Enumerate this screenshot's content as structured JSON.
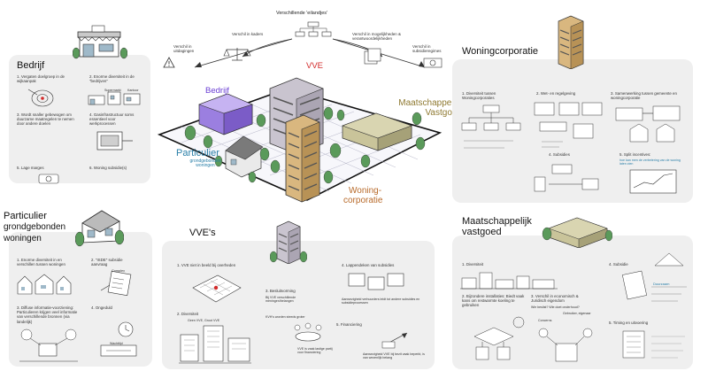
{
  "top": {
    "header": "Verschillende 'eilandjes'",
    "arrow_left_outer": "Verschil in uitdagingen",
    "arrow_left_inner": "Verschil in kaders",
    "arrow_right_inner": "Verschil in mogelijkheden & verantwoordelijkheden",
    "arrow_right_outer": "Verschil in subsidieregimes"
  },
  "center": {
    "vve": "VVE",
    "bedrijf": "Bedrijf",
    "particulier": "Particulier",
    "particulier_sub": "grondgebonden woningen",
    "maatschappelijk": "Maatschappelijk Vastgoed",
    "woning_1": "Woning-",
    "woning_2": "corporatie"
  },
  "bedrijf": {
    "title": "Bedrijf",
    "items": [
      "1. Vergaten doelgroep in de wijkaanpak",
      "2. Enorme diversiteit in de \"bedrijven\"",
      "3. Wordt snaller gebewogen om duurzame maatregelen te nemen door andere doelen",
      "4. Gasinfrastructuur soms essentieel voor werkprocessen",
      "5. Lage marges",
      "6. Woning subsidie(s)"
    ],
    "doodle_1": "Supermarkt",
    "doodle_2": "Kantoor"
  },
  "particulier": {
    "title": "Particulier",
    "sub1": "grondgebonden",
    "sub2": "woningen",
    "items": [
      "1. Enorme diversiteit in en verschillen tussen woningen",
      "2. \"ISDE\" subsidie aanvraag",
      "3. Diffuse informatie-voorziening: Particulieren krijgen veel informatie van verschillende bronnen (via landelijk)",
      "4. Ongeduld"
    ],
    "doodle_1": "Complex",
    "doodle_2": "Wachttijd"
  },
  "vves": {
    "title": "VVE's",
    "items": [
      "1. VVE niet in beeld bij overheden",
      "2. Diversiteit",
      "3. Besluitvorming",
      "4. Lappendeken van subsidies",
      "5. Financiering"
    ],
    "note_3": "Bij VVE verschillende meningen/belangen",
    "note_3b": "KVH's worden steeds groter",
    "note_4": "Aanwezigheid verhuurders leidt tot andere subsidies en subsidieprocessen",
    "note_5": "VVE is vaak lastige partij voor financiering",
    "note_5b": "Geen VVE, Groot VVE",
    "note_5c": "Aanwezigheid VVE bij bezit vaak beperkt, is van wezenlijk belang"
  },
  "woningcorporatie": {
    "title": "Woningcorporatie",
    "items": [
      "1. Diversiteit tussen Woningcorporaties",
      "2. Wet- en regelgeving",
      "3. Samenwerking tussen gemeente en woningcorporatie",
      "4. Subsidies",
      "5. Split incentives:"
    ],
    "note_5": "hoe kan men de verbetering van de woning laten zien"
  },
  "maatschappelijk": {
    "title": "Maatschappelijk",
    "title2": "vastgoed",
    "items": [
      "1. Diversiteit",
      "2. Bijzondere installaties: Biedt vaak kans om restwarmte koeling te gebruiken",
      "3. Verschil in economisch & Juridisch eigendom",
      "4. Subsidie",
      "5. Timing en uitvoering"
    ],
    "note_3": "Wie beslist? Wie doet onderhoud?",
    "note_4": "Gebruiker, eigenaar",
    "note_5": "Concerns",
    "note_6": "Duurzaam"
  },
  "colors": {
    "panel": "#efefef",
    "vve": "#d22a2a",
    "bedrijf": "#6b3fd4",
    "particulier": "#2a7fa8",
    "maatschappelijk": "#8f7a32",
    "woning": "#b86a2a"
  }
}
